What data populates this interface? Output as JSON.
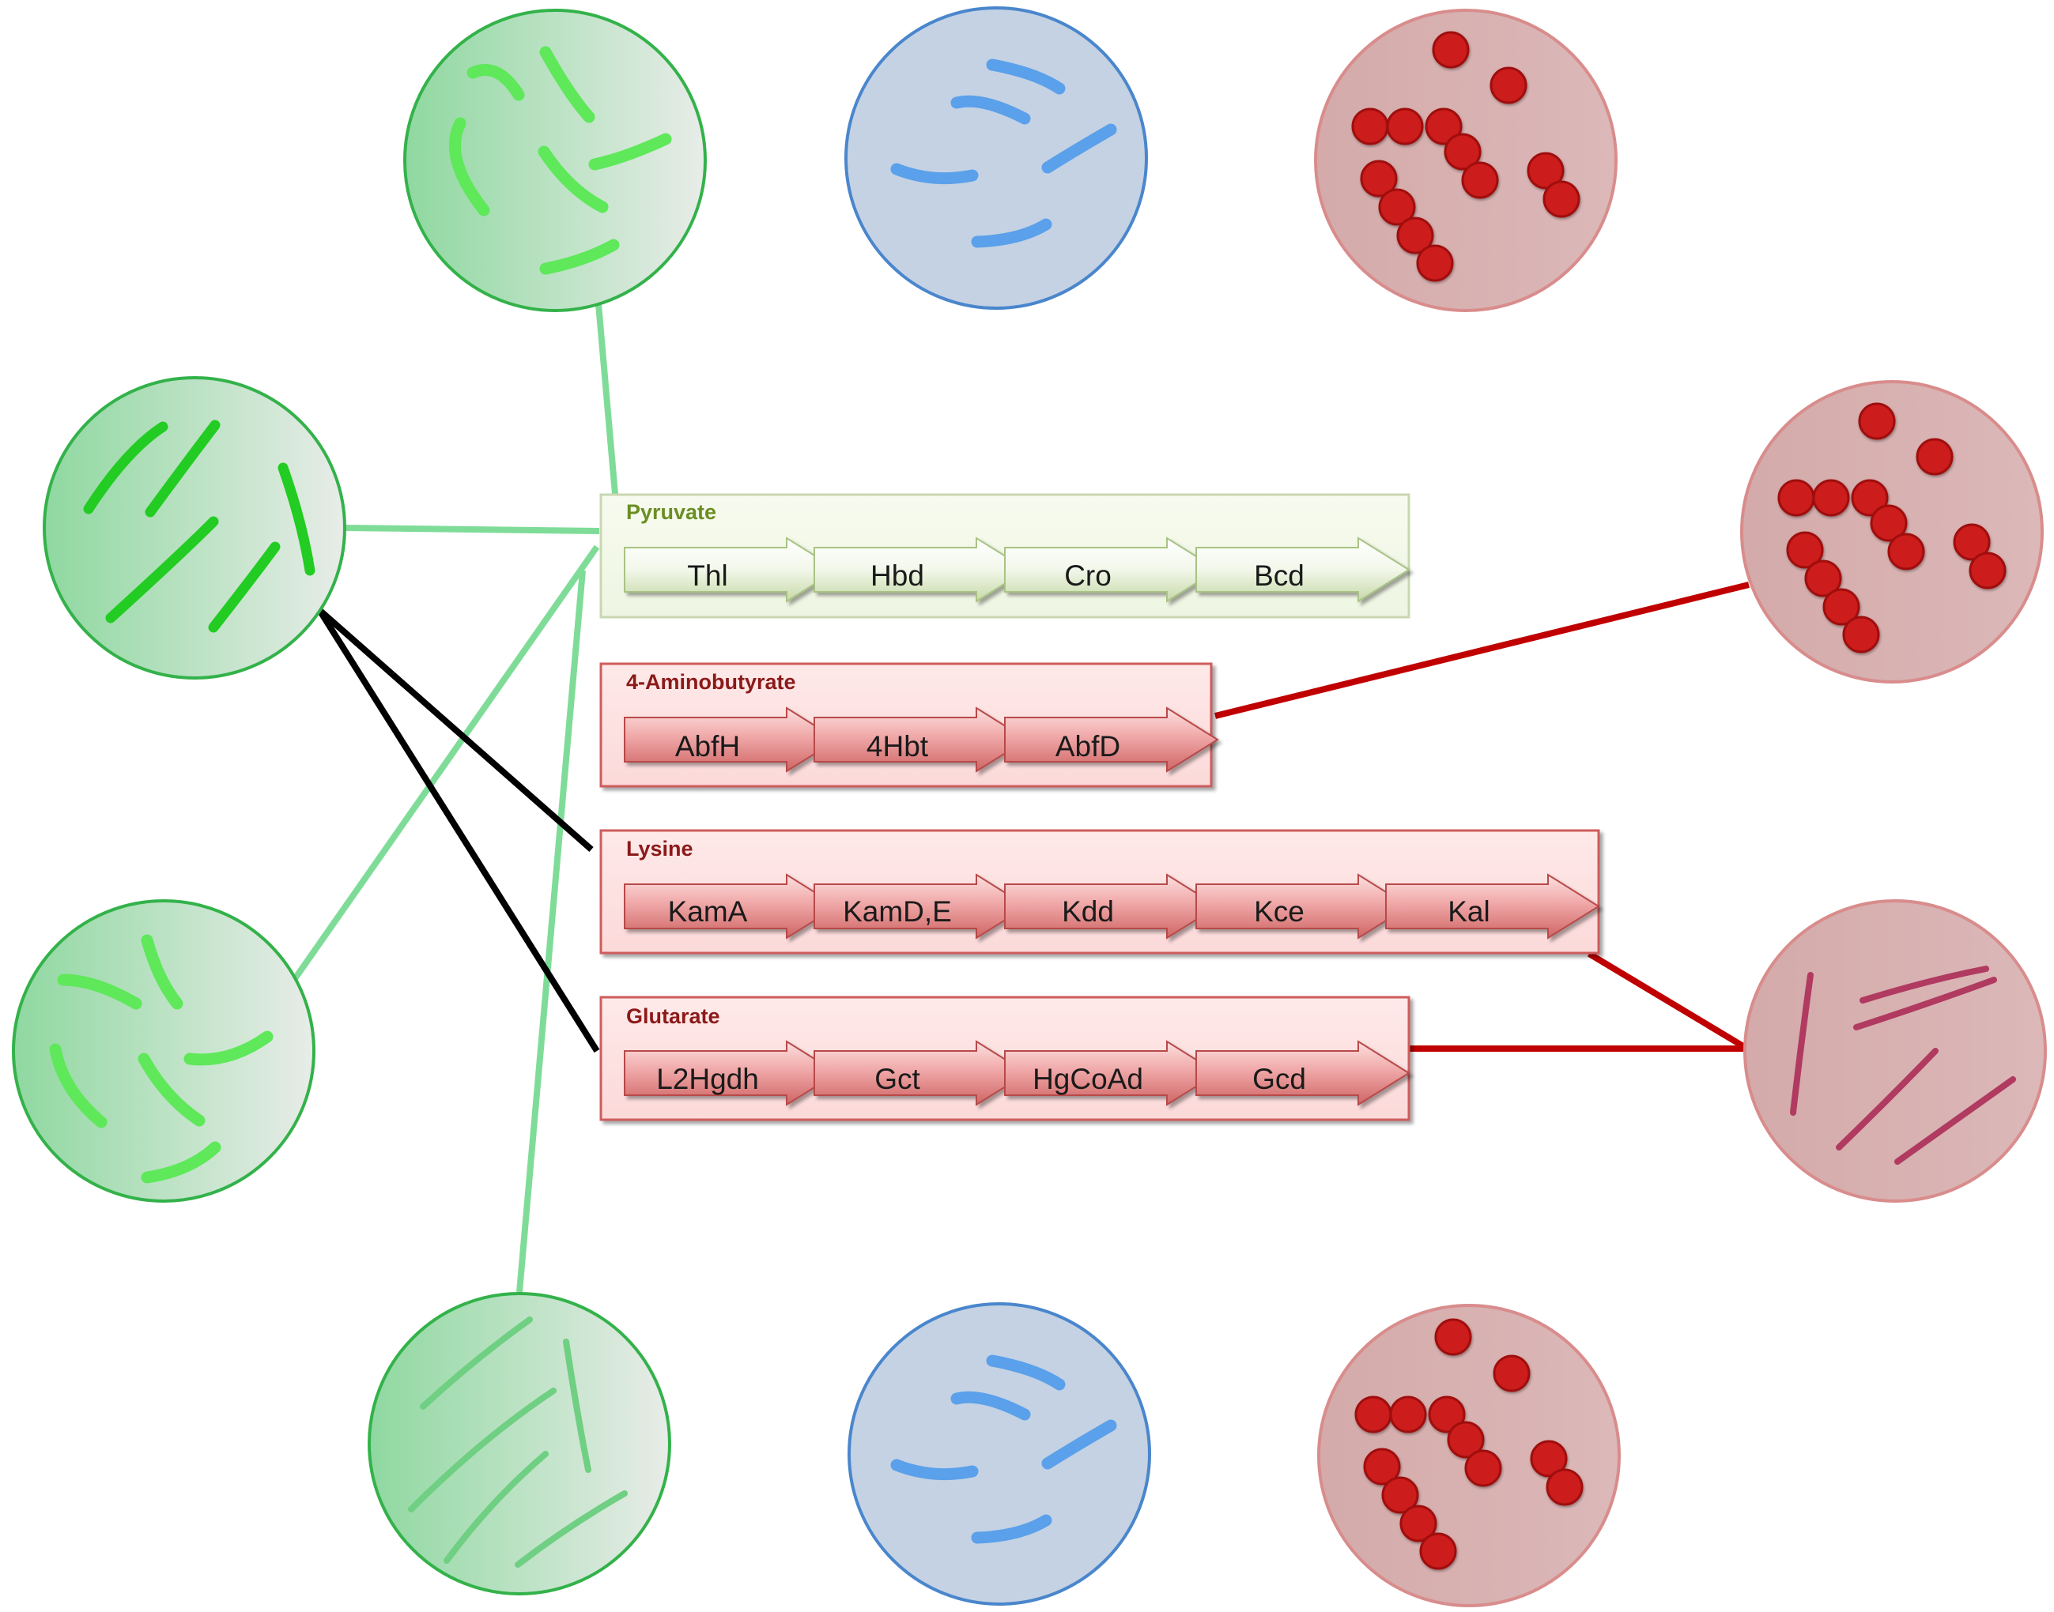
{
  "colors": {
    "green_line": "#7fdc98",
    "red_line": "#c00000",
    "black_line": "#000000",
    "green_circle_stroke": "#33b24a",
    "blue_circle_stroke": "#4a86cc",
    "red_circle_stroke": "#d98c8c",
    "green_rod": "#5ee85a",
    "dark_green_rod": "#22cc22",
    "pale_green_rod": "#6fcf82",
    "blue_rod": "#5aa0ea",
    "red_coccus": "#cc1f1f",
    "red_rod": "#b03a60",
    "pyruvate_title": "#6b8e23",
    "red_title": "#8b1a1a"
  },
  "pathways": [
    {
      "id": "pyruvate",
      "title": "Pyruvate",
      "theme": "green",
      "genes": [
        "Thl",
        "Hbd",
        "Cro",
        "Bcd"
      ]
    },
    {
      "id": "aminobutyrate",
      "title": "4-Aminobutyrate",
      "theme": "red",
      "genes": [
        "AbfH",
        "4Hbt",
        "AbfD"
      ]
    },
    {
      "id": "lysine",
      "title": "Lysine",
      "theme": "red",
      "genes": [
        "KamA",
        "KamD,E",
        "Kdd",
        "Kce",
        "Kal"
      ]
    },
    {
      "id": "glutarate",
      "title": "Glutarate",
      "theme": "red",
      "genes": [
        "L2Hgdh",
        "Gct",
        "HgCoAd",
        "Gcd"
      ]
    }
  ],
  "organisms": [
    {
      "id": "top-left",
      "theme": "green",
      "morphology": "curved-rods"
    },
    {
      "id": "top-middle",
      "theme": "blue",
      "morphology": "curved-rods"
    },
    {
      "id": "top-right",
      "theme": "red",
      "morphology": "cocci-chains"
    },
    {
      "id": "left-upper",
      "theme": "green",
      "morphology": "straight-rods"
    },
    {
      "id": "left-lower",
      "theme": "green",
      "morphology": "curved-rods"
    },
    {
      "id": "bottom-left",
      "theme": "green",
      "morphology": "long-rods"
    },
    {
      "id": "bottom-middle",
      "theme": "blue",
      "morphology": "curved-rods"
    },
    {
      "id": "bottom-right",
      "theme": "red",
      "morphology": "cocci-chains"
    },
    {
      "id": "right-upper",
      "theme": "red",
      "morphology": "cocci-chains"
    },
    {
      "id": "right-lower",
      "theme": "red",
      "morphology": "long-rods"
    }
  ],
  "links": [
    {
      "from": "top-left",
      "to": "pyruvate",
      "color": "green"
    },
    {
      "from": "left-upper",
      "to": "pyruvate",
      "color": "green"
    },
    {
      "from": "left-lower",
      "to": "pyruvate",
      "color": "green"
    },
    {
      "from": "bottom-left",
      "to": "pyruvate",
      "color": "green"
    },
    {
      "from": "left-upper",
      "to": "lysine",
      "color": "black"
    },
    {
      "from": "left-upper",
      "to": "glutarate",
      "color": "black"
    },
    {
      "from": "right-upper",
      "to": "aminobutyrate",
      "color": "red"
    },
    {
      "from": "right-lower",
      "to": "lysine",
      "color": "red"
    },
    {
      "from": "right-lower",
      "to": "glutarate",
      "color": "red"
    }
  ]
}
